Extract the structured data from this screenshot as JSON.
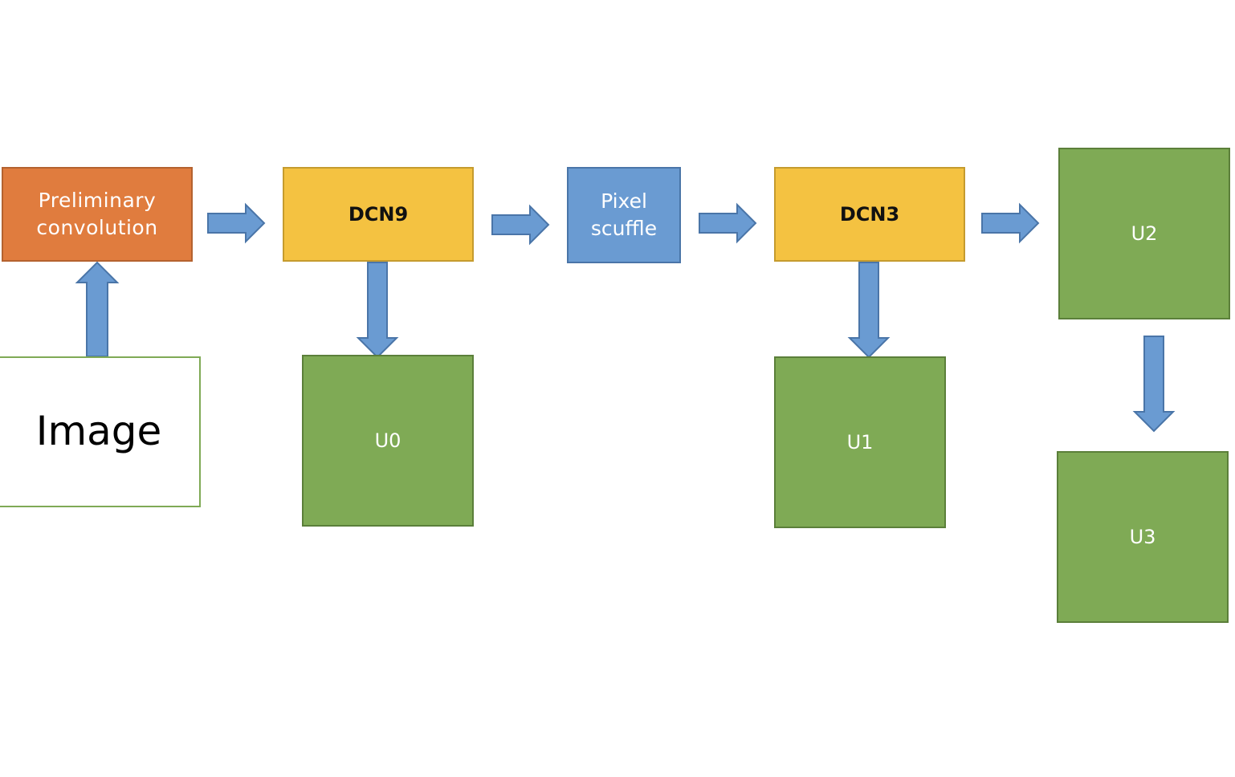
{
  "diagram": {
    "nodes": {
      "preliminary_convolution": "Preliminary\nconvolution",
      "dcn9": "DCN9",
      "pixel_scuffle": "Pixel\nscuffle",
      "dcn3": "DCN3",
      "u2": "U2",
      "image": "Image",
      "u0": "U0",
      "u1": "U1",
      "u3": "U3"
    },
    "edges": [
      {
        "from": "image",
        "to": "preliminary_convolution"
      },
      {
        "from": "preliminary_convolution",
        "to": "dcn9"
      },
      {
        "from": "dcn9",
        "to": "pixel_scuffle"
      },
      {
        "from": "dcn9",
        "to": "u0"
      },
      {
        "from": "pixel_scuffle",
        "to": "dcn3"
      },
      {
        "from": "dcn3",
        "to": "u2"
      },
      {
        "from": "dcn3",
        "to": "u1"
      },
      {
        "from": "u2",
        "to": "u3"
      }
    ],
    "colors": {
      "orange": "#e07c3e",
      "yellow": "#f4c241",
      "blue": "#6a9bd2",
      "green": "#7faa55",
      "arrow": "#6a9bd2"
    }
  }
}
